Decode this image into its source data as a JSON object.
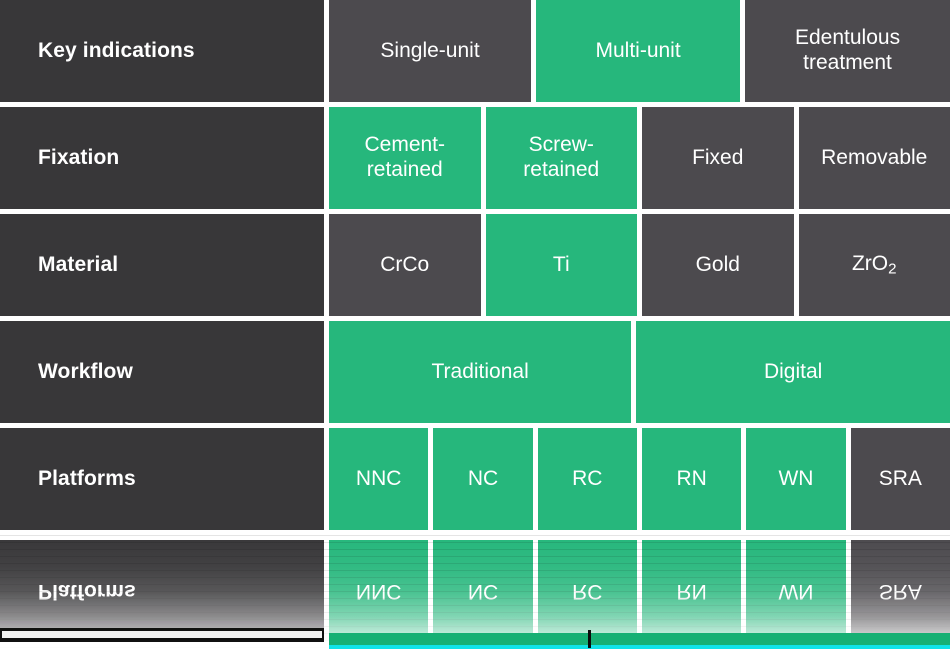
{
  "theme": {
    "green": "#26b77c",
    "gray_cell": "#4c4a4e",
    "gray_label": "#383739",
    "text": "#ffffff",
    "background": "#ffffff"
  },
  "table": {
    "rows": [
      {
        "label": "Key indications",
        "cells": [
          {
            "text": "Single-unit",
            "state": "inactive",
            "flex": 202
          },
          {
            "text": "Multi-unit",
            "state": "active",
            "flex": 204
          },
          {
            "text": "Edentulous treatment",
            "state": "inactive",
            "flex": 205
          }
        ]
      },
      {
        "label": "Fixation",
        "cells": [
          {
            "text": "Cement-retained",
            "state": "active",
            "flex": 151
          },
          {
            "text": "Screw-retained",
            "state": "active",
            "flex": 151
          },
          {
            "text": "Fixed",
            "state": "inactive",
            "flex": 151
          },
          {
            "text": "Removable",
            "state": "inactive",
            "flex": 151
          }
        ]
      },
      {
        "label": "Material",
        "cells": [
          {
            "text": "CrCo",
            "state": "inactive",
            "flex": 151
          },
          {
            "text": "Ti",
            "state": "active",
            "flex": 151
          },
          {
            "text": "Gold",
            "state": "inactive",
            "flex": 151
          },
          {
            "text": "ZrO2",
            "text_html": "ZrO<sub>2</sub>",
            "state": "inactive",
            "flex": 151
          }
        ]
      },
      {
        "label": "Workflow",
        "cells": [
          {
            "text": "Traditional",
            "state": "active",
            "flex": 302
          },
          {
            "text": "Digital",
            "state": "active",
            "flex": 314
          }
        ]
      },
      {
        "label": "Platforms",
        "cells": [
          {
            "text": "NNC",
            "state": "active",
            "flex": 99
          },
          {
            "text": "NC",
            "state": "active",
            "flex": 99
          },
          {
            "text": "RC",
            "state": "active",
            "flex": 99
          },
          {
            "text": "RN",
            "state": "active",
            "flex": 99
          },
          {
            "text": "WN",
            "state": "active",
            "flex": 99
          },
          {
            "text": "SRA",
            "state": "inactive",
            "flex": 99
          }
        ]
      }
    ],
    "reflected_row_index": 4
  }
}
